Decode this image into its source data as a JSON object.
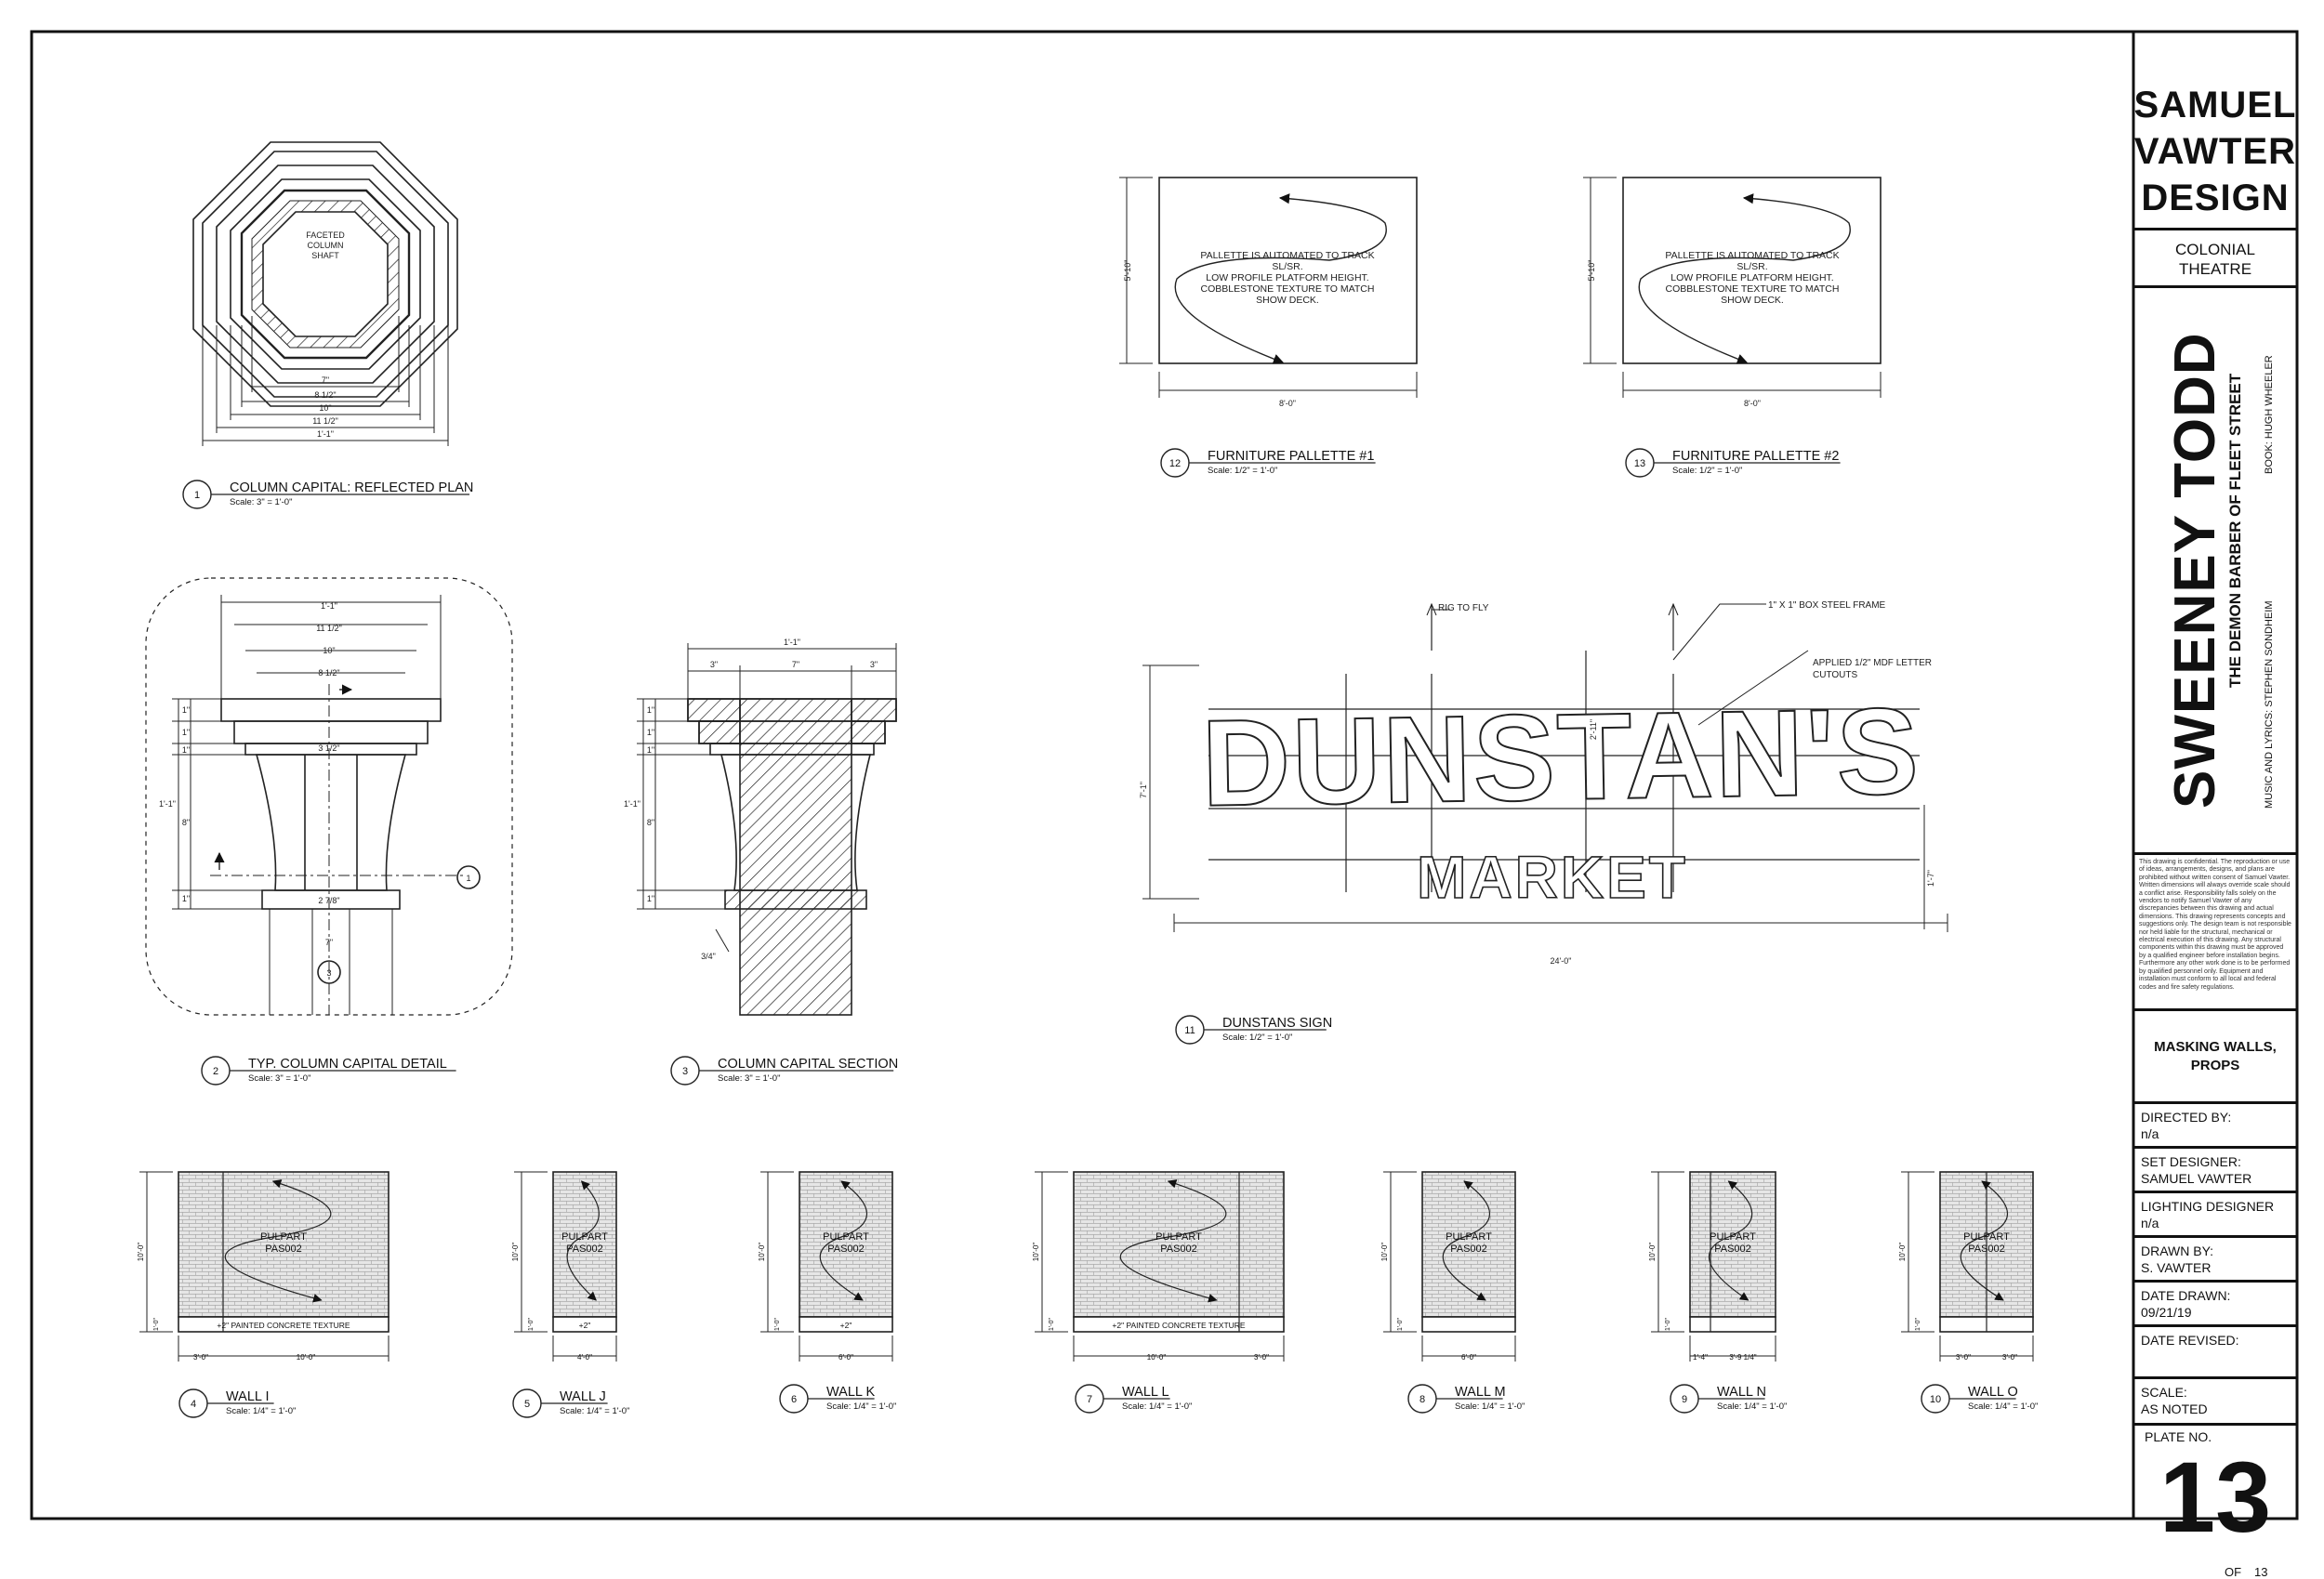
{
  "title_block": {
    "firm": [
      "SAMUEL",
      "VAWTER",
      "DESIGN"
    ],
    "venue": [
      "COLONIAL",
      "THEATRE"
    ],
    "show_title": "SWEENEY TODD",
    "show_subtitle": "THE DEMON BARBER OF FLEET STREET",
    "credit_music": "MUSIC AND LYRICS: STEPHEN SONDHEIM",
    "credit_book": "BOOK: HUGH WHEELER",
    "notes": "This drawing is confidential. The reproduction or use of ideas, arrangements, designs, and plans are prohibited without written consent of Samuel Vawter. Written dimensions will always override scale should a conflict arise. Responsibility falls solely on the vendors to notify Samuel Vawter of any discrepancies between this drawing and actual dimensions. This drawing represents concepts and suggestions only. The design team is not responsible nor held liable for the structural, mechanical or electrical execution of this drawing. Any structural components within this drawing must be approved by a qualified engineer before installation begins. Furthermore any other work done is to be performed by qualified personnel only. Equipment and installation must conform to all local and federal codes and fire safety regulations.",
    "sheet_title": [
      "MASKING WALLS,",
      "PROPS"
    ],
    "fields": [
      {
        "label": "DIRECTED BY:",
        "value": "n/a"
      },
      {
        "label": "SET DESIGNER:",
        "value": "SAMUEL VAWTER"
      },
      {
        "label": "LIGHTING DESIGNER",
        "value": "n/a"
      },
      {
        "label": "DRAWN BY:",
        "value": "S. VAWTER"
      },
      {
        "label": "DATE DRAWN:",
        "value": "09/21/19"
      },
      {
        "label": "DATE REVISED:",
        "value": ""
      },
      {
        "label": "SCALE:",
        "value": "AS NOTED"
      }
    ],
    "plate_label": "PLATE NO.",
    "plate_number": "13",
    "of_label": "OF",
    "total_plates": "13"
  },
  "details": [
    {
      "num": "1",
      "title": "COLUMN CAPITAL: REFLECTED PLAN",
      "scale": "Scale: 3\" = 1'-0\""
    },
    {
      "num": "2",
      "title": "TYP. COLUMN CAPITAL DETAIL",
      "scale": "Scale: 3\" = 1'-0\""
    },
    {
      "num": "3",
      "title": "COLUMN CAPITAL SECTION",
      "scale": "Scale: 3\" = 1'-0\""
    },
    {
      "num": "4",
      "title": "WALL I",
      "scale": "Scale: 1/4\" = 1'-0\""
    },
    {
      "num": "5",
      "title": "WALL J",
      "scale": "Scale: 1/4\" = 1'-0\""
    },
    {
      "num": "6",
      "title": "WALL K",
      "scale": "Scale: 1/4\" = 1'-0\""
    },
    {
      "num": "7",
      "title": "WALL L",
      "scale": "Scale: 1/4\" = 1'-0\""
    },
    {
      "num": "8",
      "title": "WALL M",
      "scale": "Scale: 1/4\" = 1'-0\""
    },
    {
      "num": "9",
      "title": "WALL N",
      "scale": "Scale: 1/4\" = 1'-0\""
    },
    {
      "num": "10",
      "title": "WALL O",
      "scale": "Scale: 1/4\" = 1'-0\""
    },
    {
      "num": "11",
      "title": "DUNSTANS SIGN",
      "scale": "Scale: 1/2\" = 1'-0\""
    },
    {
      "num": "12",
      "title": "FURNITURE PALLETTE #1",
      "scale": "Scale: 1/2\" = 1'-0\""
    },
    {
      "num": "13",
      "title": "FURNITURE PALLETTE #2",
      "scale": "Scale: 1/2\" = 1'-0\""
    }
  ],
  "plan": {
    "faceted": [
      "FACETED",
      "COLUMN",
      "SHAFT"
    ],
    "dims": [
      "7\"",
      "8 1/2\"",
      "10\"",
      "11 1/2\"",
      "1'-1\""
    ]
  },
  "capital_detail": {
    "top_dims": [
      "1'-1\"",
      "11 1/2\"",
      "10\"",
      "8 1/2\""
    ],
    "mid_dims": [
      "3 1/2\"",
      "2 7/8\"",
      "7\""
    ],
    "left_dims": [
      "1\"",
      "1\"",
      "1\"",
      "8\"",
      "1\"",
      "1'-1\""
    ]
  },
  "capital_section": {
    "top_dims": [
      "1'-1\"",
      "3\"",
      "7\"",
      "3\""
    ],
    "left_dims": [
      "1\"",
      "1\"",
      "1\"",
      "8\"",
      "1\"",
      "1'-1\""
    ],
    "note": "3/4\""
  },
  "pallette": {
    "lines": [
      "PALLETTE IS AUTOMATED TO TRACK",
      "SL/SR.",
      "LOW PROFILE PLATFORM HEIGHT.",
      "COBBLESTONE TEXTURE TO MATCH",
      "SHOW DECK."
    ],
    "width_dim": "8'-0\"",
    "height_dim": "5'-10\""
  },
  "sign": {
    "word1": "DUNSTAN'S",
    "word2": "MARKET",
    "rig_note": "RIG TO FLY",
    "frame_note": "1\" X 1\" BOX STEEL FRAME",
    "letter_note": [
      "APPLIED 1/2\" MDF LETTER",
      "CUTOUTS"
    ],
    "width_dim": "24'-0\"",
    "height_dim": "7'-1\"",
    "inner_dim": "2'-11\"",
    "market_dim": "1'-7\""
  },
  "walls": {
    "material": [
      "PULPART",
      "PAS002"
    ],
    "height_dim": "10'-0\"",
    "base_dim": "1'-0\"",
    "items": [
      {
        "base_label": "+2\" PAINTED CONCRETE TEXTURE",
        "dims": [
          "3'-0\"",
          "10'-0\""
        ]
      },
      {
        "base_label": "+2\"",
        "dims": [
          "4'-0\""
        ]
      },
      {
        "base_label": "+2\"",
        "dims": [
          "6'-0\""
        ]
      },
      {
        "base_label": "+2\" PAINTED CONCRETE TEXTURE",
        "dims": [
          "10'-0\"",
          "3'-0\""
        ]
      },
      {
        "base_label": "",
        "dims": [
          "6'-0\""
        ]
      },
      {
        "base_label": "",
        "dims": [
          "1'-4\"",
          "3'-9 1/4\""
        ]
      },
      {
        "base_label": "",
        "dims": [
          "3'-0\"",
          "3'-0\""
        ]
      }
    ]
  }
}
